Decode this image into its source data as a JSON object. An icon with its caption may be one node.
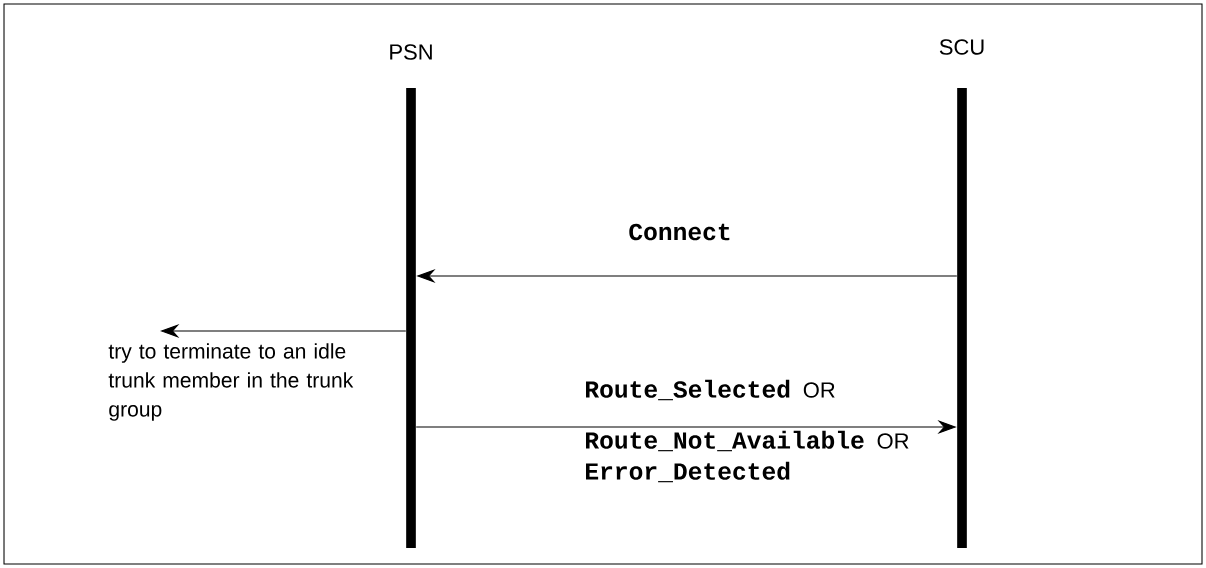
{
  "diagram": {
    "nodes": [
      {
        "text": [
          "PSN"
        ]
      },
      {
        "text": [
          "SCU"
        ]
      }
    ],
    "edges": [
      {
        "from": 1,
        "to": 0,
        "arrow": "to",
        "label": "Connect"
      },
      {
        "from": 0,
        "to": null,
        "arrow": "to",
        "label": "try to terminate to an idle trunk member in the trunk group"
      },
      {
        "from": 0,
        "to": 1,
        "arrow": "to"
      }
    ],
    "labels": [
      "Route_Selected",
      "OR",
      "Route_Not_Available",
      "OR",
      "Error_Detected"
    ]
  }
}
